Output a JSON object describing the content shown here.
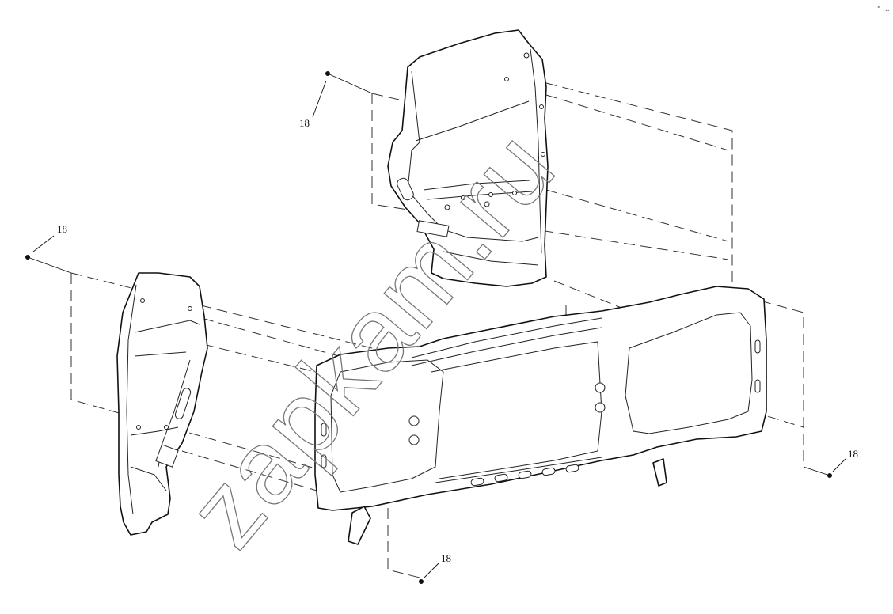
{
  "callouts": [
    {
      "label": "18"
    },
    {
      "label": "18"
    },
    {
      "label": "18"
    },
    {
      "label": "18"
    }
  ],
  "watermark": {
    "text": "zapkam.ru"
  },
  "corner_mark": {
    "text": "\" ..."
  }
}
